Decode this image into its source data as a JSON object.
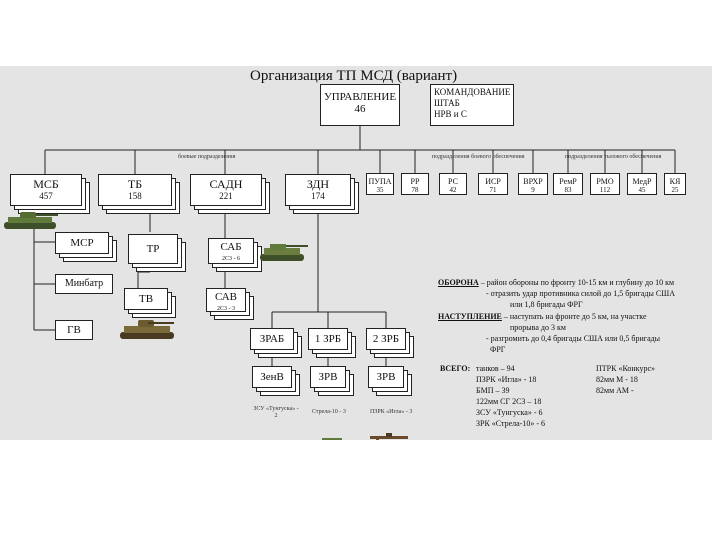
{
  "title": "Организация ТП МСД (вариант)",
  "hq": {
    "label": "УПРАВЛЕНИЕ",
    "number": "46"
  },
  "hq_side": [
    "КОМАНДОВАНИЕ",
    "ШТАБ",
    "НРВ и С"
  ],
  "group_labels": {
    "combat": "боевые подразделения",
    "support": "подразделения боевого обеспечения",
    "logistic": "подразделения тылового обеспечения"
  },
  "main_units": [
    {
      "label": "МСБ",
      "number": "457"
    },
    {
      "label": "ТБ",
      "number": "158"
    },
    {
      "label": "САДН",
      "number": "221"
    },
    {
      "label": "ЗДН",
      "number": "174"
    }
  ],
  "support_units": [
    {
      "label": "ПУПА",
      "number": "35"
    },
    {
      "label": "РР",
      "number": "78"
    },
    {
      "label": "РС",
      "number": "42"
    },
    {
      "label": "ИСР",
      "number": "71"
    },
    {
      "label": "ВРХР",
      "number": "9"
    },
    {
      "label": "РемР",
      "number": "83"
    },
    {
      "label": "РМО",
      "number": "112"
    },
    {
      "label": "МедР",
      "number": "45"
    },
    {
      "label": "КЯ",
      "number": "25"
    }
  ],
  "msb_sub": [
    "МСР",
    "Минбатр",
    "ГВ"
  ],
  "tb_sub": [
    "ТР",
    "ТВ"
  ],
  "sadn_sub": [
    {
      "label": "САБ",
      "note": "2С3 - 6"
    },
    {
      "label": "САВ",
      "note": "2С3 - 3"
    }
  ],
  "zdn_sub": [
    "ЗРАБ",
    "1 ЗРБ",
    "2 ЗРБ"
  ],
  "zdn_sub2": [
    {
      "label": "ЗенВ",
      "note": "ЗСУ «Тунгуска» - 2"
    },
    {
      "label": "ЗРВ",
      "note": "Стрела-10 - 3"
    },
    {
      "label": "ЗРВ",
      "note": "ПЗРК «Игла» - 3"
    }
  ],
  "defense": {
    "label": "ОБОРОНА",
    "lines": [
      "– район обороны по фронту 10-15 км и глубину до 10 км",
      "- отразить удар противника силой до 1,5 бригады США",
      "или 1,8 бригады ФРГ"
    ]
  },
  "offense": {
    "label": "НАСТУПЛЕНИЕ",
    "lines": [
      "– наступать на фронте до 5 км, на участке",
      "прорыва до 3 км",
      "- разгромить до 0,4 бригады США или 0,5 бригады",
      "ФРГ"
    ]
  },
  "totals": {
    "label": "ВСЕГО:",
    "left": [
      "танков – 94",
      "ПЗРК «Игла» - 18",
      "БМП – 39",
      "122мм СГ 2С3 – 18",
      "ЗСУ «Тунгуска» - 6",
      "ЗРК «Стрела-10» - 6"
    ],
    "right": [
      "ПТРК «Конкурс»",
      "82мм М - 18",
      "82мм АМ -"
    ]
  },
  "colors": {
    "slide_bg": "#e4e4e4",
    "box_border": "#222222",
    "vehicle_green": "#5f7a3a"
  },
  "icons": [
    "tank-icon",
    "self-propelled-gun-icon",
    "anti-aircraft-gun-icon",
    "sam-vehicle-icon",
    "missile-launcher-icon"
  ]
}
